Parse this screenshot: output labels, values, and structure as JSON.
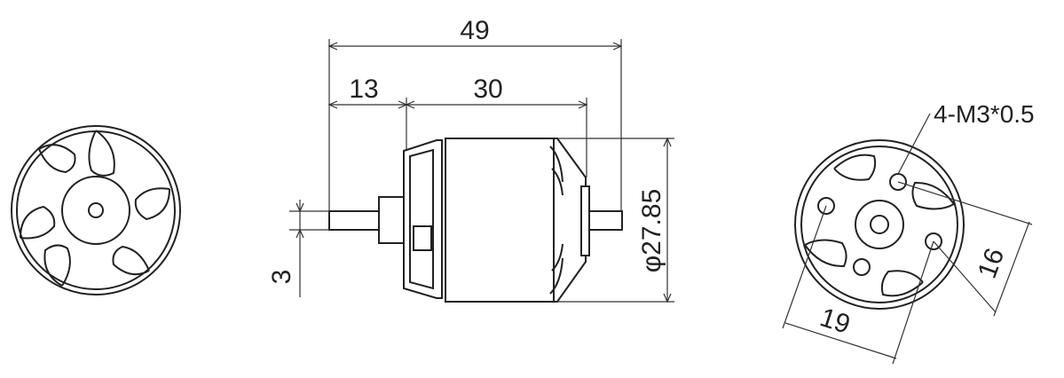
{
  "drawing": {
    "dimensions": {
      "overall_length": "49",
      "shaft_length": "13",
      "body_length": "30",
      "shaft_diameter": "3",
      "body_diameter": "27.85",
      "diameter_symbol": "φ",
      "mount_spacing_a": "19",
      "mount_spacing_b": "16"
    },
    "callout": {
      "mount_holes": "4-M3*0.5"
    }
  }
}
